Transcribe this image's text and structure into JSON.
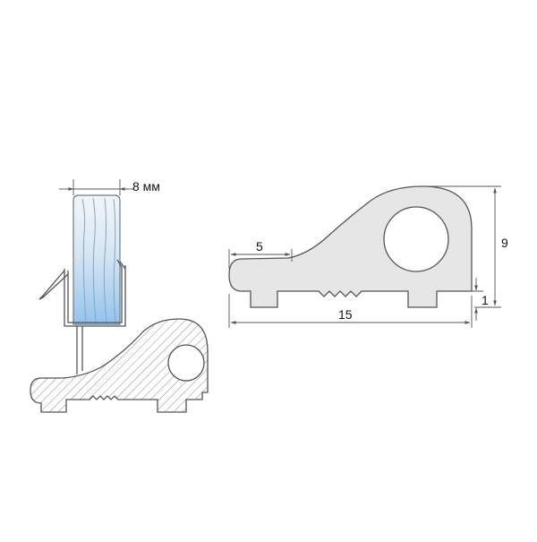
{
  "left_drawing": {
    "glass_thickness_label": "8 мм"
  },
  "right_drawing": {
    "dimensions": {
      "lip_length": "5",
      "total_width": "15",
      "total_height": "9",
      "step_height": "1"
    }
  },
  "colors": {
    "outline": "#555555",
    "hatch": "#8a8a8a",
    "profile_fill": "#e6e6e6",
    "glass_top": "#eef3f9",
    "glass_bottom": "#9cc8ee",
    "dimension_line": "#555555"
  }
}
